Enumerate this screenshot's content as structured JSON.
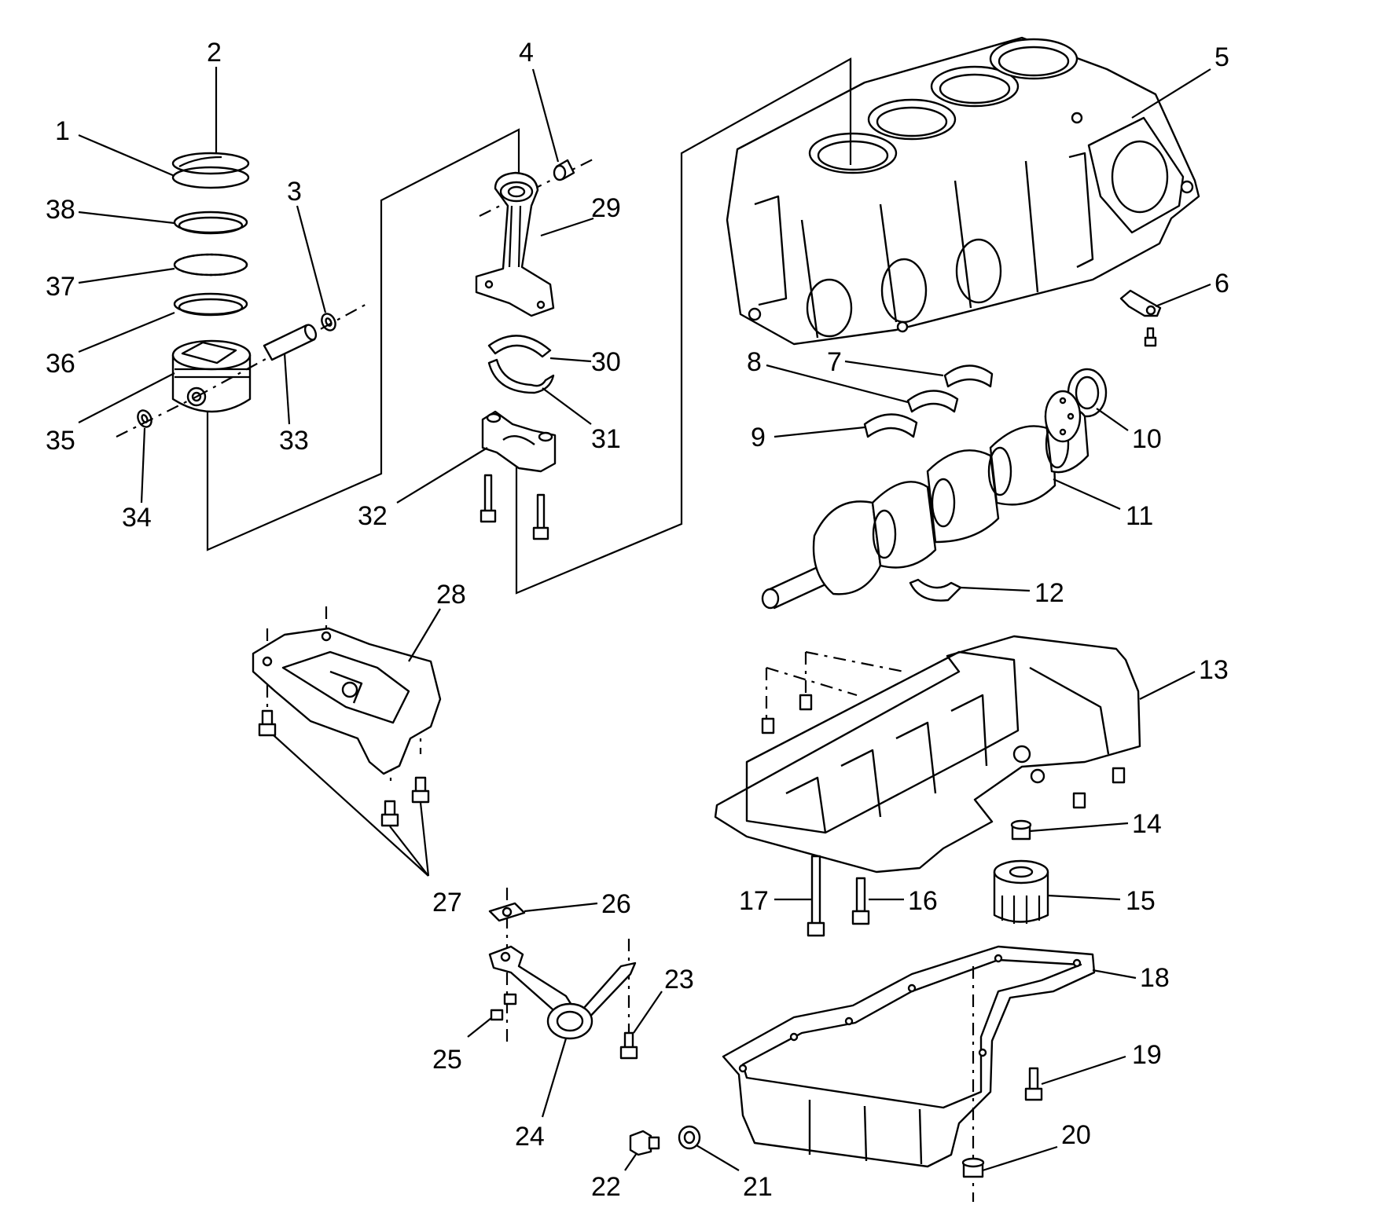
{
  "callouts": [
    {
      "n": "1"
    },
    {
      "n": "2"
    },
    {
      "n": "3"
    },
    {
      "n": "4"
    },
    {
      "n": "5"
    },
    {
      "n": "6"
    },
    {
      "n": "7"
    },
    {
      "n": "8"
    },
    {
      "n": "9"
    },
    {
      "n": "10"
    },
    {
      "n": "11"
    },
    {
      "n": "12"
    },
    {
      "n": "13"
    },
    {
      "n": "14"
    },
    {
      "n": "15"
    },
    {
      "n": "16"
    },
    {
      "n": "17"
    },
    {
      "n": "18"
    },
    {
      "n": "19"
    },
    {
      "n": "20"
    },
    {
      "n": "21"
    },
    {
      "n": "22"
    },
    {
      "n": "23"
    },
    {
      "n": "24"
    },
    {
      "n": "25"
    },
    {
      "n": "26"
    },
    {
      "n": "27"
    },
    {
      "n": "28"
    },
    {
      "n": "29"
    },
    {
      "n": "30"
    },
    {
      "n": "31"
    },
    {
      "n": "32"
    },
    {
      "n": "33"
    },
    {
      "n": "34"
    },
    {
      "n": "35"
    },
    {
      "n": "36"
    },
    {
      "n": "37"
    },
    {
      "n": "38"
    }
  ],
  "colors": {
    "line": "#000000",
    "background": "#ffffff"
  }
}
